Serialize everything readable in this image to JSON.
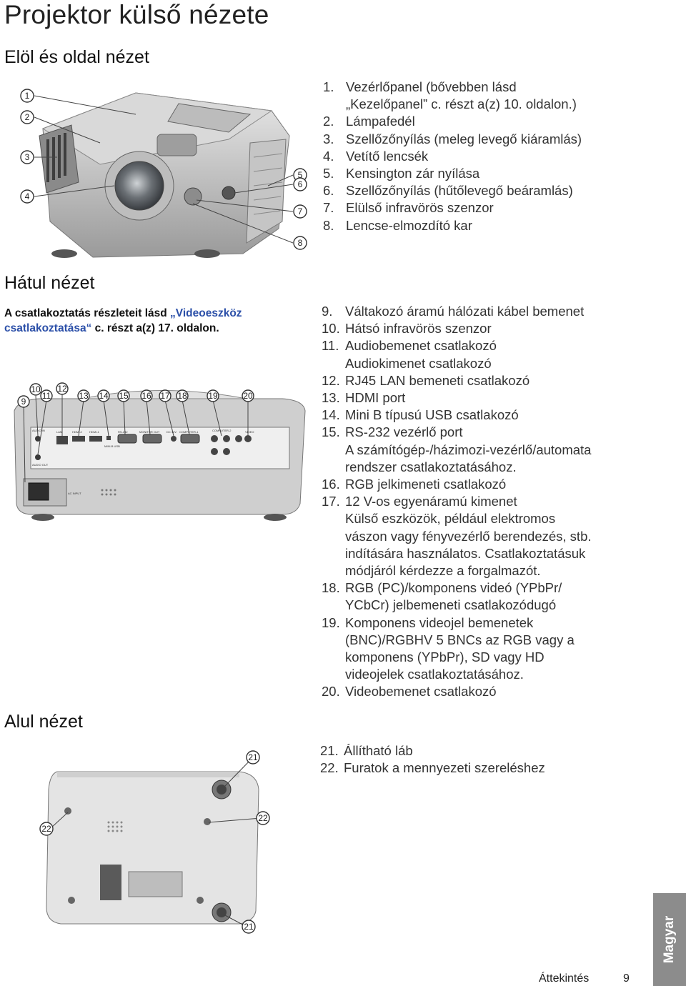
{
  "page": {
    "title": "Projektor külső nézete",
    "footer_section": "Áttekintés",
    "page_number": "9",
    "side_tab": "Magyar"
  },
  "front": {
    "heading": "Elöl és oldal nézet",
    "callouts": [
      "1",
      "2",
      "3",
      "4",
      "5",
      "6",
      "7",
      "8"
    ],
    "items": [
      {
        "num": "1.",
        "text": "Vezérlőpanel (bővebben lásd",
        "cont": "„Kezelőpanel” c. részt a(z) 10. oldalon.)"
      },
      {
        "num": "2.",
        "text": "Lámpafedél"
      },
      {
        "num": "3.",
        "text": "Szellőzőnyílás (meleg levegő kiáramlás)"
      },
      {
        "num": "4.",
        "text": "Vetítő lencsék"
      },
      {
        "num": "5.",
        "text": "Kensington zár nyílása"
      },
      {
        "num": "6.",
        "text": "Szellőzőnyílás (hűtőlevegő beáramlás)"
      },
      {
        "num": "7.",
        "text": "Elülső infravörös szenzor"
      },
      {
        "num": "8.",
        "text": "Lencse-elmozdító kar"
      }
    ]
  },
  "rear": {
    "heading": "Hátul nézet",
    "note_pre": "A csatlakoztatás részleteit lásd ",
    "note_link": "„Videoeszköz csatlakoztatása“",
    "note_post": " c. részt a(z) 17. oldalon.",
    "callouts": [
      "9",
      "10",
      "11",
      "12",
      "13",
      "14",
      "15",
      "16",
      "17",
      "18",
      "19",
      "20"
    ],
    "items": [
      {
        "num": "9.",
        "text": "Váltakozó áramú hálózati kábel bemenet"
      },
      {
        "num": "10.",
        "text": "Hátsó infravörös szenzor"
      },
      {
        "num": "11.",
        "text": "Audiobemenet csatlakozó",
        "cont": [
          "Audiokimenet csatlakozó"
        ]
      },
      {
        "num": "12.",
        "text": "RJ45 LAN bemeneti csatlakozó"
      },
      {
        "num": "13.",
        "text": "HDMI port"
      },
      {
        "num": "14.",
        "text": "Mini B típusú USB csatlakozó"
      },
      {
        "num": "15.",
        "text": "RS-232 vezérlő port",
        "cont": [
          "A számítógép-/házimozi-vezérlő/automata",
          "rendszer csatlakoztatásához."
        ]
      },
      {
        "num": "16.",
        "text": "RGB jelkimeneti csatlakozó"
      },
      {
        "num": "17.",
        "text": "12 V-os egyenáramú kimenet",
        "cont": [
          "Külső eszközök, például elektromos",
          "vászon vagy fényvezérlő berendezés, stb.",
          "indítására használatos. Csatlakoztatásuk",
          "módjáról kérdezze a forgalmazót."
        ]
      },
      {
        "num": "18.",
        "text": "RGB (PC)/komponens videó (YPbPr/",
        "cont": [
          "YCbCr) jelbemeneti csatlakozódugó"
        ]
      },
      {
        "num": "19.",
        "text": "Komponens videojel bemenetek",
        "cont": [
          "(BNC)/RGBHV 5 BNCs az RGB vagy a",
          "komponens (YPbPr), SD vagy HD",
          "videojelek csatlakoztatásához."
        ]
      },
      {
        "num": "20.",
        "text": "Videobemenet csatlakozó"
      }
    ],
    "port_labels": [
      "AUDIO IN",
      "AUDIO OUT",
      "LAN",
      "HDMI-2",
      "HDMI-1",
      "MINI-B USB",
      "RS-232",
      "MONITOR OUT",
      "DC 12V",
      "COMPUTER-1",
      "COMPUTER-2",
      "VIDEO",
      "AC INPUT"
    ]
  },
  "bottom": {
    "heading": "Alul nézet",
    "callouts": [
      "21",
      "22",
      "22",
      "21"
    ],
    "items": [
      {
        "num": "21.",
        "text": "Állítható láb"
      },
      {
        "num": "22.",
        "text": "Furatok a mennyezeti szereléshez"
      }
    ]
  },
  "colors": {
    "link": "#2b4fa8",
    "tab": "#8c8c8c",
    "body_text": "#333333"
  }
}
